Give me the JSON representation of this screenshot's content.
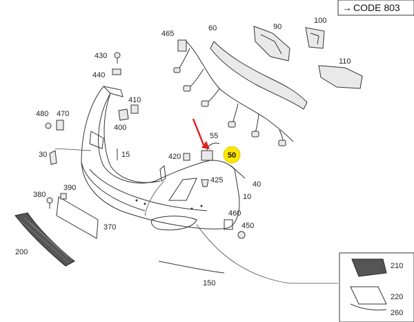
{
  "code_box": {
    "arrow": "→",
    "text": "CODE 803"
  },
  "highlight": {
    "label": "50",
    "color": "#ffe600"
  },
  "arrow_color": "#e0201b",
  "labels": {
    "p10": "10",
    "p15": "15",
    "p30": "30",
    "p40": "40",
    "p55": "55",
    "p60": "60",
    "p90": "90",
    "p100": "100",
    "p110": "110",
    "p150": "150",
    "p200": "200",
    "p210": "210",
    "p220": "220",
    "p260": "260",
    "p370": "370",
    "p380": "380",
    "p390": "390",
    "p400": "400",
    "p410": "410",
    "p420": "420",
    "p425": "425",
    "p430": "430",
    "p440": "440",
    "p450": "450",
    "p460": "460",
    "p465": "465",
    "p470": "470",
    "p480": "480"
  }
}
